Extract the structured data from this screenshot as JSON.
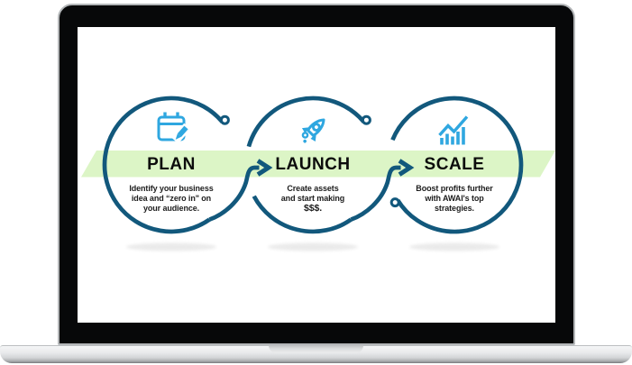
{
  "diagram": {
    "band_color": "#dcf5c6",
    "stroke_color": "#12587c",
    "icon_color": "#2fa7e0",
    "title_color": "#0c0c0c",
    "text_color": "#1c1c1c",
    "steps": [
      {
        "title": "PLAN",
        "icon": "clipboard-pencil-icon",
        "desc_lines": [
          "Identify your business",
          "idea and “zero in\" on",
          "your audience."
        ]
      },
      {
        "title": "LAUNCH",
        "icon": "rocket-icon",
        "desc_lines": [
          "Create assets",
          "and start making",
          "$$$."
        ]
      },
      {
        "title": "SCALE",
        "icon": "bar-chart-growth-icon",
        "desc_lines": [
          "Boost profits further",
          "with AWAI's top",
          "strategies."
        ]
      }
    ]
  }
}
